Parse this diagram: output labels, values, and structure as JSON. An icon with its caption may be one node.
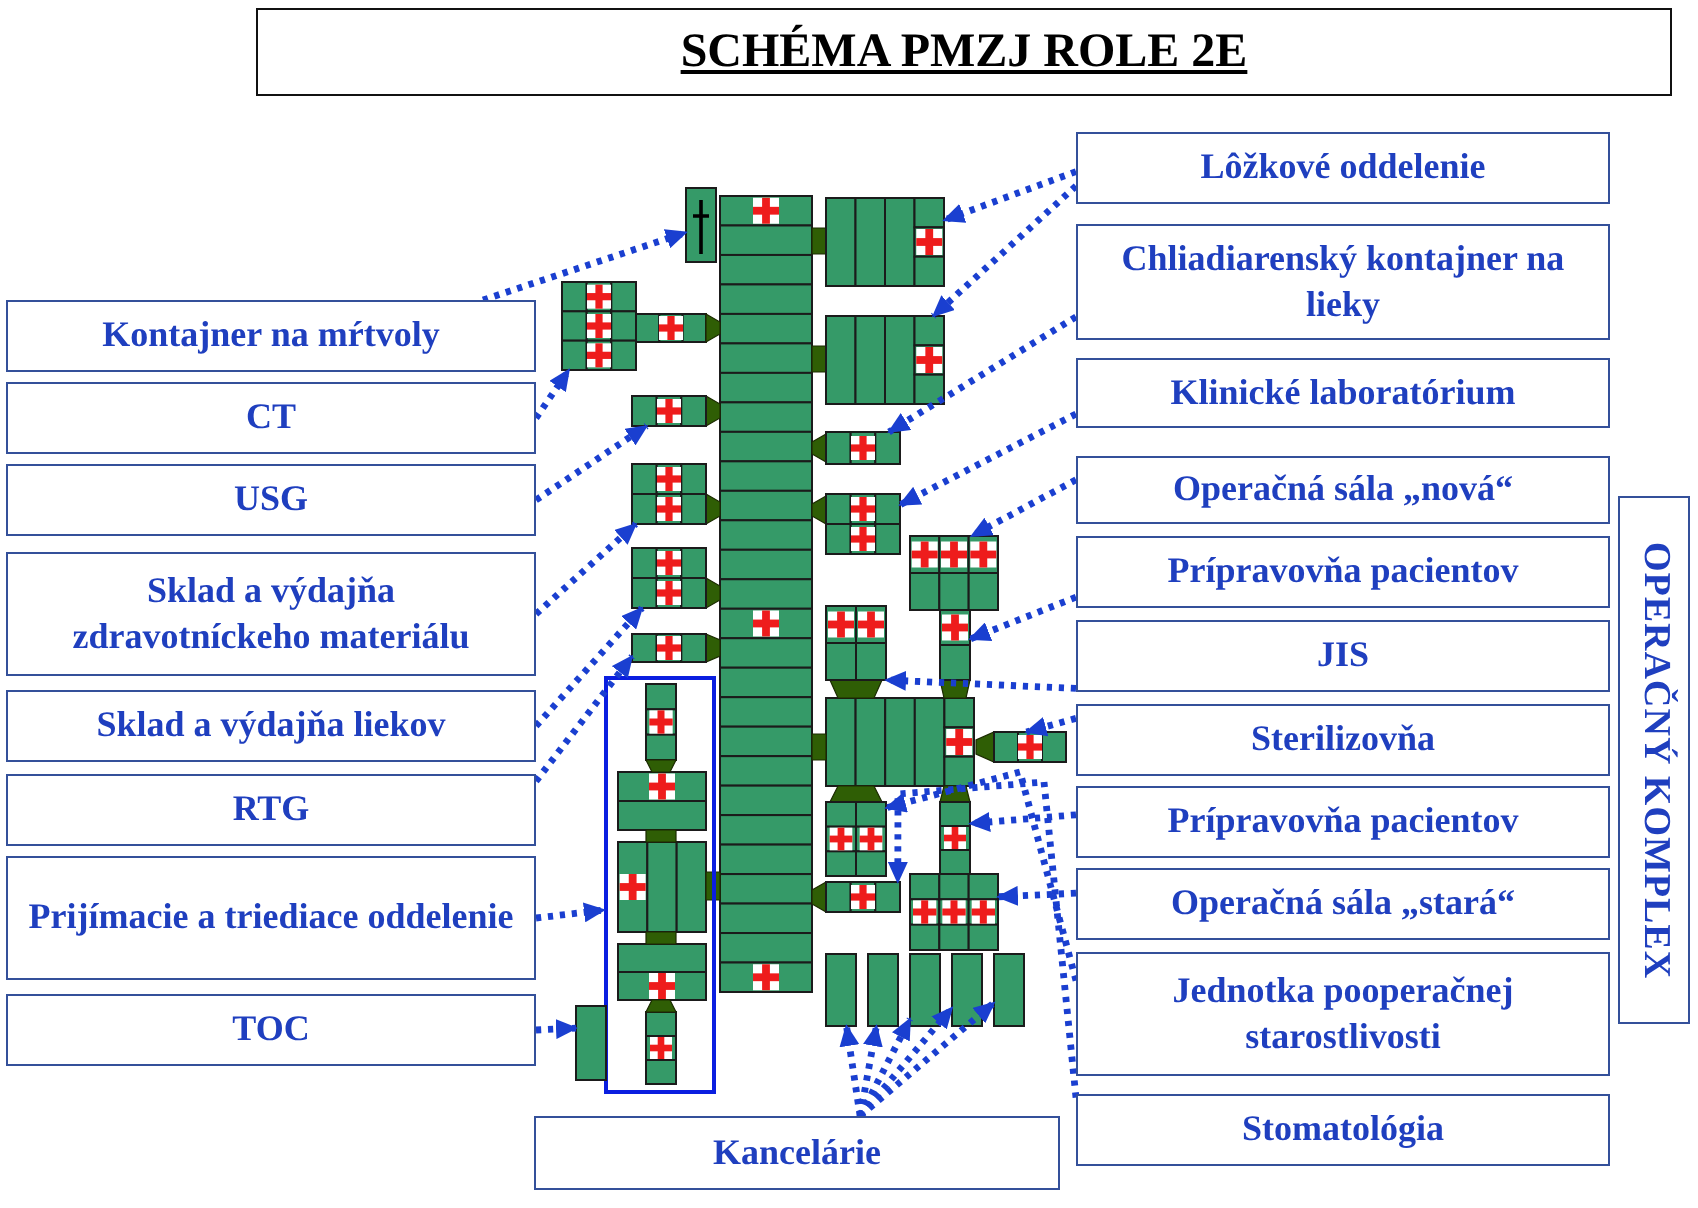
{
  "diagram": {
    "title": "SCHÉMA PMZJ ROLE 2E",
    "nodes": [
      {
        "text": [
          "Kontajner na mŕtvoly"
        ]
      },
      {
        "text": [
          "CT"
        ]
      },
      {
        "text": [
          "USG"
        ]
      },
      {
        "text": [
          "Sklad a výdajňa zdravotníckeho materiálu"
        ]
      },
      {
        "text": [
          "Sklad a výdajňa liekov"
        ]
      },
      {
        "text": [
          "RTG"
        ]
      },
      {
        "text": [
          "Prijímacie a triediace oddelenie"
        ]
      },
      {
        "text": [
          "TOC"
        ]
      },
      {
        "text": [
          "Lôžkové oddelenie"
        ]
      },
      {
        "text": [
          "Chliadiarenský kontajner na lieky"
        ]
      },
      {
        "text": [
          "Klinické laboratórium"
        ]
      },
      {
        "text": [
          "Operačná sála „nová“"
        ]
      },
      {
        "text": [
          "Prípravovňa pacientov"
        ]
      },
      {
        "text": [
          "JIS"
        ]
      },
      {
        "text": [
          "Sterilizovňa"
        ]
      },
      {
        "text": [
          "Prípravovňa pacientov"
        ]
      },
      {
        "text": [
          "Operačná sála „stará“"
        ]
      },
      {
        "text": [
          "Jednotka pooperačnej starostlivosti"
        ]
      },
      {
        "text": [
          "Stomatológia"
        ]
      },
      {
        "text": [
          "Kancelárie"
        ]
      },
      {
        "text": [
          "OPERAČNÝ KOMPLEX"
        ]
      },
      {
        "text": [],
        "shape": "box"
      },
      {
        "text": [],
        "shape": "box"
      },
      {
        "text": [],
        "shape": "box"
      },
      {
        "text": [],
        "shape": "box"
      },
      {
        "text": [],
        "shape": "box"
      },
      {
        "text": [],
        "shape": "box"
      },
      {
        "text": [],
        "shape": "box"
      },
      {
        "text": [],
        "shape": "box"
      },
      {
        "text": [],
        "shape": "box"
      },
      {
        "text": [],
        "shape": "box"
      },
      {
        "text": [],
        "shape": "box"
      },
      {
        "text": [],
        "shape": "box"
      },
      {
        "text": [],
        "shape": "box"
      },
      {
        "text": [],
        "shape": "box"
      },
      {
        "text": [],
        "shape": "box"
      },
      {
        "text": [],
        "shape": "box"
      },
      {
        "text": [],
        "shape": "box"
      },
      {
        "text": [],
        "shape": "box"
      },
      {
        "text": [],
        "shape": "box"
      },
      {
        "text": [],
        "shape": "box"
      },
      {
        "text": [],
        "shape": "box"
      },
      {
        "text": [],
        "shape": "box"
      },
      {
        "text": [],
        "shape": "box"
      },
      {
        "text": [],
        "shape": "box"
      },
      {
        "text": [],
        "shape": "box"
      }
    ],
    "edges": [
      {
        "from": 0,
        "to": 21,
        "arrow": "to"
      },
      {
        "from": 1,
        "to": 22,
        "arrow": "to"
      },
      {
        "from": 2,
        "to": 23,
        "arrow": "to"
      },
      {
        "from": 3,
        "to": 24,
        "arrow": "to"
      },
      {
        "from": 4,
        "to": 25,
        "arrow": "to"
      },
      {
        "from": 5,
        "to": 26,
        "arrow": "to"
      },
      {
        "from": 6,
        "to": 27,
        "arrow": "to"
      },
      {
        "from": 7,
        "to": 28,
        "arrow": "to"
      },
      {
        "from": 8,
        "to": 29,
        "arrow": "to"
      },
      {
        "from": 8,
        "to": 30,
        "arrow": "to"
      },
      {
        "from": 9,
        "to": 31,
        "arrow": "to"
      },
      {
        "from": 10,
        "to": 32,
        "arrow": "to"
      },
      {
        "from": 11,
        "to": 33,
        "arrow": "to"
      },
      {
        "from": 12,
        "to": 34,
        "arrow": "to"
      },
      {
        "from": 13,
        "to": 35,
        "arrow": "to"
      },
      {
        "from": 14,
        "to": 36,
        "arrow": "to"
      },
      {
        "from": 15,
        "to": 37,
        "arrow": "to"
      },
      {
        "from": 16,
        "to": 38,
        "arrow": "to"
      },
      {
        "from": 17,
        "to": 39,
        "arrow": "to"
      },
      {
        "from": 18,
        "to": 40,
        "arrow": "to"
      },
      {
        "from": 19,
        "to": 41,
        "arrow": "to"
      },
      {
        "from": 19,
        "to": 42,
        "arrow": "to"
      },
      {
        "from": 19,
        "to": 43,
        "arrow": "to"
      },
      {
        "from": 19,
        "to": 44,
        "arrow": "to"
      },
      {
        "from": 19,
        "to": 45,
        "arrow": "to"
      }
    ]
  }
}
